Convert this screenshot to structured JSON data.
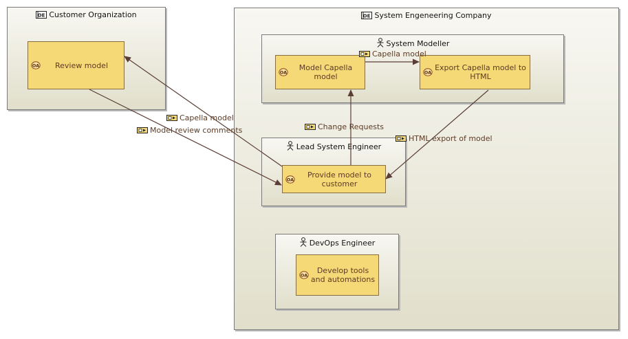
{
  "entities": {
    "customer_org": {
      "title": "Customer Organization",
      "icon": "entity-icon"
    },
    "system_company": {
      "title": "System Engeneering Company",
      "icon": "entity-icon"
    },
    "system_modeller": {
      "title": "System Modeller",
      "icon": "actor-icon"
    },
    "lead_engineer": {
      "title": "Lead System Engineer",
      "icon": "actor-icon"
    },
    "devops_engineer": {
      "title": "DevOps Engineer",
      "icon": "actor-icon"
    }
  },
  "functions": {
    "review_model": {
      "label": "Review model",
      "icon": "operational-activity-icon"
    },
    "model_capella": {
      "label": "Model Capella model",
      "icon": "operational-activity-icon"
    },
    "export_html": {
      "label": "Export Capella model to HTML",
      "icon": "operational-activity-icon"
    },
    "provide_model": {
      "label": "Provide model to customer",
      "icon": "operational-activity-icon"
    },
    "develop_tools": {
      "label": "Develop tools and automations",
      "icon": "operational-activity-icon"
    }
  },
  "exchanges": {
    "capella_model_internal": {
      "label": "Capella model",
      "icon": "exchange-icon"
    },
    "capella_model_to_customer": {
      "label": "Capella model",
      "icon": "exchange-icon"
    },
    "review_comments": {
      "label": "Model review comments",
      "icon": "exchange-icon"
    },
    "change_requests": {
      "label": "Change Requests",
      "icon": "exchange-icon"
    },
    "html_export": {
      "label": "HTML export of model",
      "icon": "exchange-icon"
    }
  },
  "colors": {
    "function_fill": "#f6d977",
    "function_border": "#866d3e",
    "flow_line": "#5a3e36",
    "entity_gradient_top": "#f8f7f2",
    "entity_gradient_bottom": "#e1dfcb"
  }
}
